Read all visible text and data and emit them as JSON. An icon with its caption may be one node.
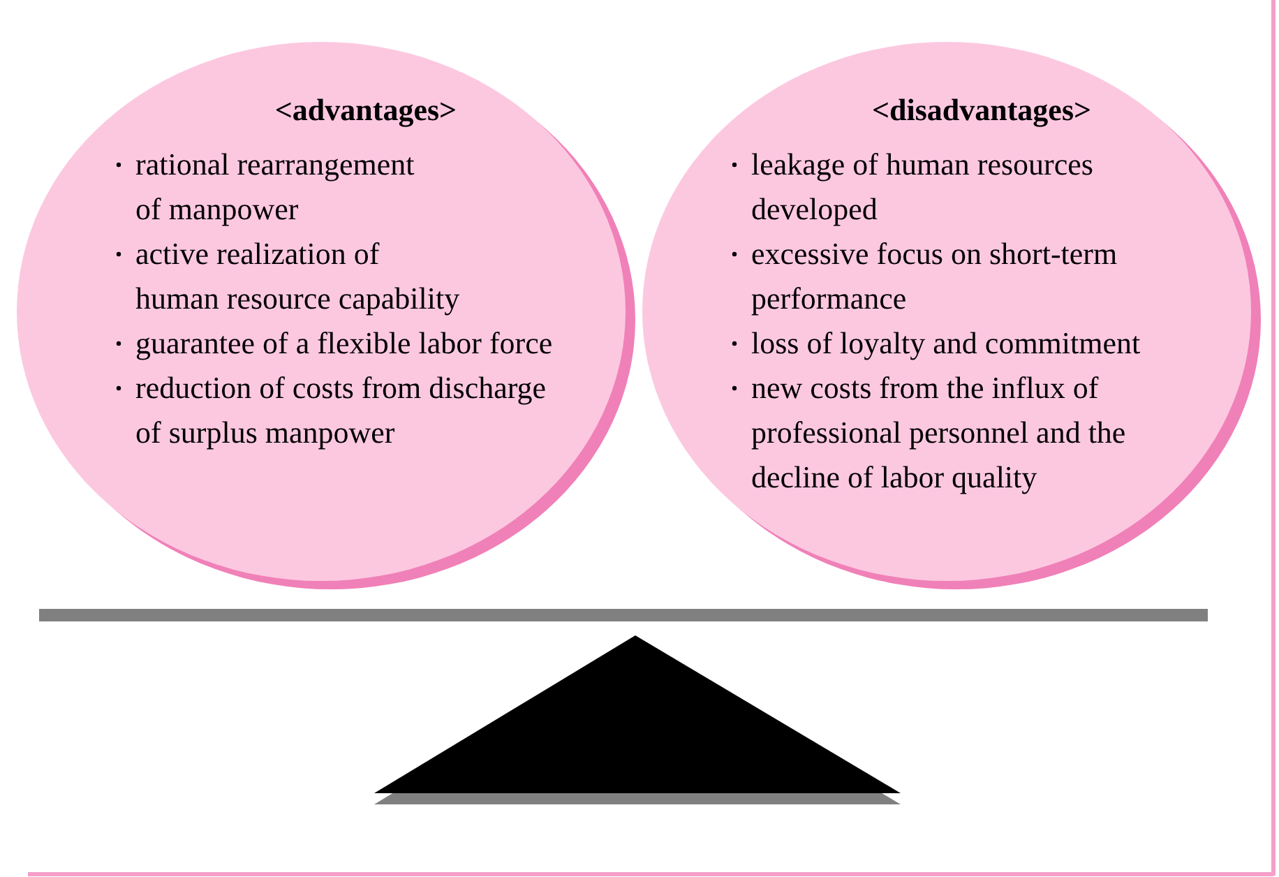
{
  "diagram": {
    "nodes": [
      {
        "text": [
          "<advantages>",
          "rational rearrangement of manpower",
          "active realization of human resource capability",
          "guarantee of a flexible labor force",
          "reduction of costs from discharge of surplus manpower"
        ]
      },
      {
        "text": [
          "<disadvantages>",
          "leakage of human resources developed",
          "excessive focus on short-term performance",
          "loss of loyalty and  commitment",
          "new costs from the influx of professional personnel and the decline of labor quality"
        ]
      }
    ]
  }
}
